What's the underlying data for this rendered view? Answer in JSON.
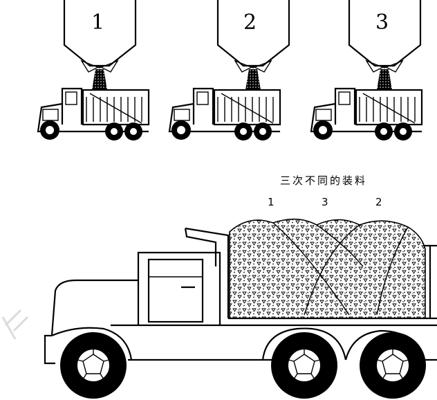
{
  "hoppers": [
    {
      "label": "1"
    },
    {
      "label": "2"
    },
    {
      "label": "3"
    }
  ],
  "caption": "三次不同的装料",
  "load_order": [
    "1",
    "3",
    "2"
  ]
}
